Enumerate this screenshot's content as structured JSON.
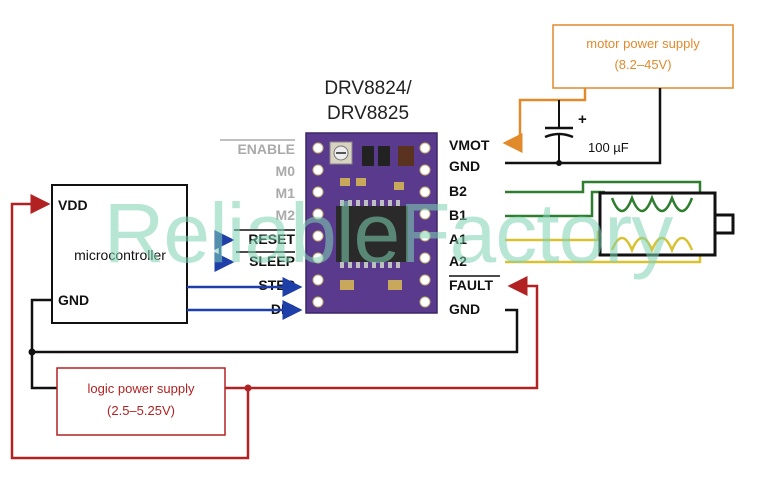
{
  "chip": {
    "title_line1": "DRV8824/",
    "title_line2": "DRV8825"
  },
  "motor_supply": {
    "label": "motor power supply",
    "range": "(8.2–45V)"
  },
  "capacitor": {
    "value": "100 µF",
    "polarity": "+"
  },
  "logic_supply": {
    "label": "logic power supply",
    "range": "(2.5–5.25V)"
  },
  "mcu": {
    "label": "microcontroller",
    "vdd": "VDD",
    "gnd": "GND"
  },
  "left_pins": {
    "enable": "ENABLE",
    "m0": "M0",
    "m1": "M1",
    "m2": "M2",
    "reset": "RESET",
    "sleep": "SLEEP",
    "step": "STEP",
    "dir": "DIR"
  },
  "right_pins": {
    "vmot": "VMOT",
    "gnd_top": "GND",
    "b2": "B2",
    "b1": "B1",
    "a1": "A1",
    "a2": "A2",
    "fault": "FAULT",
    "gnd_bottom": "GND"
  },
  "watermark": "ReliableFactory",
  "colors": {
    "logic_wire": "#b22222",
    "motor_wire": "#e08a2c",
    "signal_wire": "#1f3fa8",
    "ground_wire": "#111111",
    "coil_b": "#2f7d2f",
    "coil_a": "#d9c232",
    "board": "#5a3a8c",
    "watermark": "#7fd3b4"
  }
}
